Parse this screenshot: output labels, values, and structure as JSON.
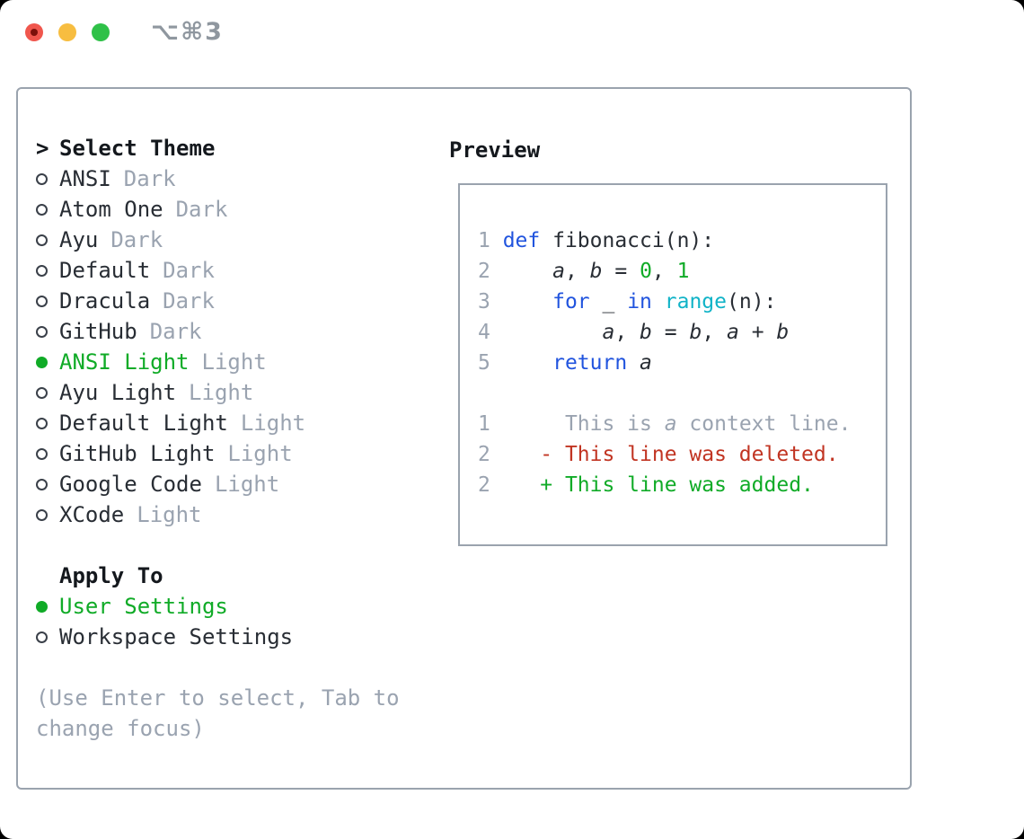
{
  "window": {
    "title_shortcut": "⌥⌘3",
    "traffic_colors": {
      "close": "#f0564d",
      "close_dot": "#7c100a",
      "minimize": "#f7bd40",
      "zoom": "#2fc148"
    }
  },
  "palette": {
    "text": "#282d34",
    "muted": "#9aa3b0",
    "green": "#10ab27",
    "red": "#c13422",
    "blue": "#2154de",
    "cyan": "#10b3c7",
    "border": "#9aa3ae"
  },
  "theme_picker": {
    "prompt": ">",
    "title": "Select Theme",
    "items": [
      {
        "name": "ANSI",
        "variant": "Dark",
        "selected": false
      },
      {
        "name": "Atom One",
        "variant": "Dark",
        "selected": false
      },
      {
        "name": "Ayu",
        "variant": "Dark",
        "selected": false
      },
      {
        "name": "Default",
        "variant": "Dark",
        "selected": false
      },
      {
        "name": "Dracula",
        "variant": "Dark",
        "selected": false
      },
      {
        "name": "GitHub",
        "variant": "Dark",
        "selected": false
      },
      {
        "name": "ANSI Light",
        "variant": "Light",
        "selected": true
      },
      {
        "name": "Ayu Light",
        "variant": "Light",
        "selected": false
      },
      {
        "name": "Default Light",
        "variant": "Light",
        "selected": false
      },
      {
        "name": "GitHub Light",
        "variant": "Light",
        "selected": false
      },
      {
        "name": "Google Code",
        "variant": "Light",
        "selected": false
      },
      {
        "name": "XCode",
        "variant": "Light",
        "selected": false
      }
    ]
  },
  "apply_to": {
    "title": "Apply To",
    "options": [
      {
        "label": "User Settings",
        "selected": true
      },
      {
        "label": "Workspace Settings",
        "selected": false
      }
    ]
  },
  "help_lines": [
    "(Use Enter to select, Tab to",
    "change focus)"
  ],
  "preview": {
    "title": "Preview",
    "lines": [
      {
        "segs": [
          {
            "t": "1 ",
            "c": "muted"
          },
          {
            "t": "def",
            "c": "blue"
          },
          {
            "t": " fibonacci(n):",
            "c": "text"
          }
        ]
      },
      {
        "segs": [
          {
            "t": "2 ",
            "c": "muted"
          },
          {
            "t": "    ",
            "c": "text"
          },
          {
            "t": "a",
            "c": "text",
            "i": true
          },
          {
            "t": ", ",
            "c": "text"
          },
          {
            "t": "b",
            "c": "text",
            "i": true
          },
          {
            "t": " = ",
            "c": "text"
          },
          {
            "t": "0",
            "c": "green"
          },
          {
            "t": ", ",
            "c": "text"
          },
          {
            "t": "1",
            "c": "green"
          }
        ]
      },
      {
        "segs": [
          {
            "t": "3 ",
            "c": "muted"
          },
          {
            "t": "    ",
            "c": "text"
          },
          {
            "t": "for",
            "c": "blue"
          },
          {
            "t": " _ ",
            "c": "text"
          },
          {
            "t": "in",
            "c": "blue"
          },
          {
            "t": " ",
            "c": "text"
          },
          {
            "t": "range",
            "c": "cyan"
          },
          {
            "t": "(n):",
            "c": "text"
          }
        ]
      },
      {
        "segs": [
          {
            "t": "4 ",
            "c": "muted"
          },
          {
            "t": "        ",
            "c": "text"
          },
          {
            "t": "a",
            "c": "text",
            "i": true
          },
          {
            "t": ", ",
            "c": "text"
          },
          {
            "t": "b",
            "c": "text",
            "i": true
          },
          {
            "t": " = ",
            "c": "text"
          },
          {
            "t": "b",
            "c": "text",
            "i": true
          },
          {
            "t": ", ",
            "c": "text"
          },
          {
            "t": "a",
            "c": "text",
            "i": true
          },
          {
            "t": " + ",
            "c": "text"
          },
          {
            "t": "b",
            "c": "text",
            "i": true
          }
        ]
      },
      {
        "segs": [
          {
            "t": "5 ",
            "c": "muted"
          },
          {
            "t": "    ",
            "c": "text"
          },
          {
            "t": "return",
            "c": "blue"
          },
          {
            "t": " ",
            "c": "text"
          },
          {
            "t": "a",
            "c": "text",
            "i": true
          }
        ]
      },
      {
        "segs": []
      },
      {
        "segs": [
          {
            "t": "1      ",
            "c": "muted"
          },
          {
            "t": "This is ",
            "c": "muted"
          },
          {
            "t": "a",
            "c": "muted",
            "i": true
          },
          {
            "t": " context line.",
            "c": "muted"
          }
        ]
      },
      {
        "segs": [
          {
            "t": "2    ",
            "c": "muted"
          },
          {
            "t": "- This line was deleted.",
            "c": "red"
          }
        ]
      },
      {
        "segs": [
          {
            "t": "2    ",
            "c": "muted"
          },
          {
            "t": "+ This line was added.",
            "c": "green"
          }
        ]
      }
    ]
  }
}
